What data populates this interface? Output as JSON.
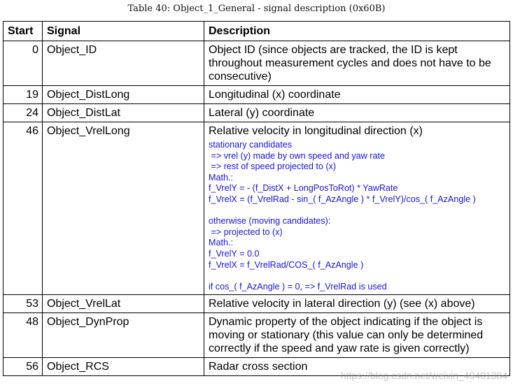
{
  "caption": "Table 40: Object_1_General - signal description (0x60B)",
  "headers": {
    "start": "Start",
    "signal": "Signal",
    "description": "Description"
  },
  "rows": [
    {
      "start": "0",
      "signal": "Object_ID",
      "description": "Object ID (since objects are tracked, the ID is kept throughout measurement cycles and does not have to be consecutive)"
    },
    {
      "start": "19",
      "signal": "Object_DistLong",
      "description": "Longitudinal (x) coordinate"
    },
    {
      "start": "24",
      "signal": "Object_DistLat",
      "description": "Lateral (y) coordinate"
    },
    {
      "start": "46",
      "signal": "Object_VrelLong",
      "description": "Relative velocity in longitudinal direction (x)",
      "note": "stationary candidates\n => vrel (y) made by own speed and yaw rate\n => rest of speed projected to (x)\nMath.:\nf_VrelY = - (f_DistX + LongPosToRot) * YawRate\nf_VrelX = (f_VrelRad - sin_( f_AzAngle ) * f_VrelY)/cos_( f_AzAngle )\n\notherwise (moving candidates):\n => projected to (x)\nMath.:\nf_VrelY = 0.0\nf_VrelX = f_VrelRad/COS_( f_AzAngle )\n\nif cos_( f_AzAngle ) = 0, => f_VrelRad is used"
    },
    {
      "start": "53",
      "signal": "Object_VrelLat",
      "description": "Relative velocity in lateral direction (y) (see (x) above)"
    },
    {
      "start": "48",
      "signal": "Object_DynProp",
      "description": "Dynamic property of the object indicating if the object is moving or stationary (this value can only be determined correctly if the speed and yaw rate is given correctly)"
    },
    {
      "start": "56",
      "signal": "Object_RCS",
      "description": "Radar cross section"
    }
  ],
  "watermark": "https://blog.csdn.net/weixin_49401384",
  "colors": {
    "note_text": "#1515d8",
    "border": "#000000"
  }
}
